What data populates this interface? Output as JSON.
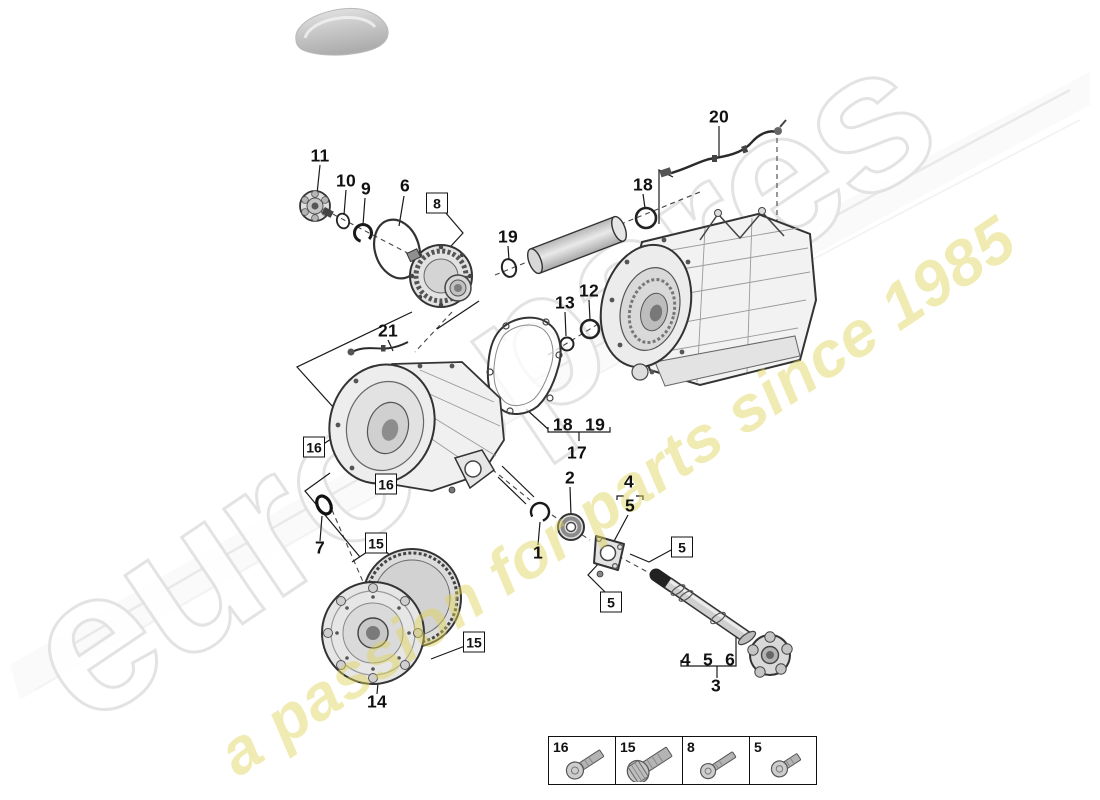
{
  "watermark": {
    "brand": "eurospares",
    "tagline": "a passion for parts since 1985",
    "brand_outline_color": "#e2e2e2",
    "tagline_color": "#e0d456"
  },
  "diagram": {
    "callouts": [
      {
        "text": "11",
        "boxed": false
      },
      {
        "text": "10",
        "boxed": false
      },
      {
        "text": "9",
        "boxed": false
      },
      {
        "text": "6",
        "boxed": false
      },
      {
        "text": "19",
        "boxed": false
      },
      {
        "text": "18",
        "boxed": false
      },
      {
        "text": "20",
        "boxed": false
      },
      {
        "text": "13",
        "boxed": false
      },
      {
        "text": "12",
        "boxed": false
      },
      {
        "text": "21",
        "boxed": false
      },
      {
        "text": "18 19",
        "boxed": false
      },
      {
        "text": "17",
        "boxed": false
      },
      {
        "text": "2",
        "boxed": false
      },
      {
        "text": "4",
        "boxed": false
      },
      {
        "text": "5",
        "boxed": false
      },
      {
        "text": "1",
        "boxed": false
      },
      {
        "text": "7",
        "boxed": false
      },
      {
        "text": "14",
        "boxed": false
      },
      {
        "text": "4 5 6",
        "boxed": false
      },
      {
        "text": "3",
        "boxed": false
      },
      {
        "text": "8",
        "boxed": true
      },
      {
        "text": "16",
        "boxed": true
      },
      {
        "text": "16",
        "boxed": true
      },
      {
        "text": "15",
        "boxed": true
      },
      {
        "text": "15",
        "boxed": true
      },
      {
        "text": "5",
        "boxed": true
      },
      {
        "text": "5",
        "boxed": true
      }
    ]
  },
  "legend": {
    "items": [
      {
        "label": "16",
        "icon": "pan-head-bolt-icon"
      },
      {
        "label": "15",
        "icon": "flanged-hex-bolt-icon"
      },
      {
        "label": "8",
        "icon": "pan-head-screw-icon"
      },
      {
        "label": "5",
        "icon": "short-pan-head-screw-icon"
      }
    ]
  }
}
